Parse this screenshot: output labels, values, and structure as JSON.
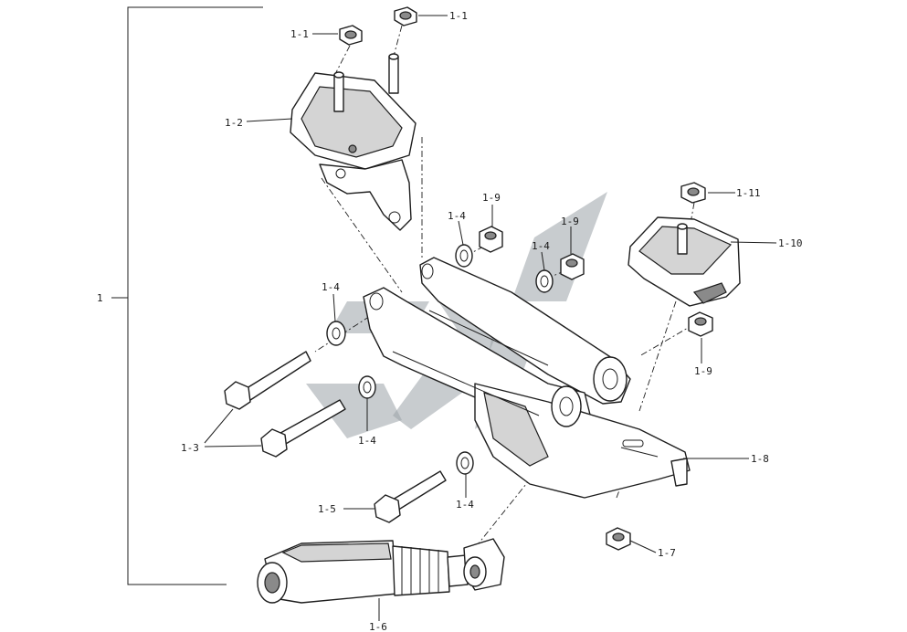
{
  "diagram": {
    "labels": {
      "assembly": "1",
      "l1_1_top": "1-1",
      "l1_1_left": "1-1",
      "l1_2": "1-2",
      "l1_3": "1-3",
      "l1_4_a": "1-4",
      "l1_4_b": "1-4",
      "l1_4_c": "1-4",
      "l1_4_d": "1-4",
      "l1_4_e": "1-4",
      "l1_5": "1-5",
      "l1_6": "1-6",
      "l1_7": "1-7",
      "l1_8": "1-8",
      "l1_9_a": "1-9",
      "l1_9_b": "1-9",
      "l1_9_c": "1-9",
      "l1_10": "1-10",
      "l1_11": "1-11"
    },
    "colors": {
      "line": "#1e1e1e",
      "watermark": "#9aa3a8"
    }
  }
}
